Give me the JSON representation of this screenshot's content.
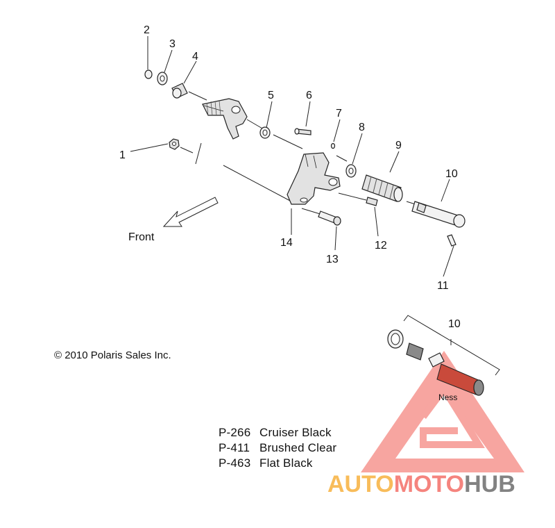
{
  "callouts": [
    "1",
    "2",
    "3",
    "4",
    "5",
    "6",
    "7",
    "8",
    "9",
    "10",
    "11",
    "12",
    "13",
    "14"
  ],
  "inset_callout": "10",
  "front_label": "Front",
  "copyright": "© 2010 Polaris Sales Inc.",
  "inset_brand": "Ness",
  "variants": [
    {
      "code": "P-266",
      "name": "Cruiser Black"
    },
    {
      "code": "P-411",
      "name": "Brushed Clear"
    },
    {
      "code": "P-463",
      "name": "Flat Black"
    }
  ],
  "watermark": {
    "part1": "AUTO",
    "part2": "MOTO",
    "part3": "HUB"
  },
  "colors": {
    "watermark_orange": "#f6a623",
    "watermark_red": "#f25c54",
    "watermark_gray": "#6d6d6d",
    "line": "#222222"
  }
}
